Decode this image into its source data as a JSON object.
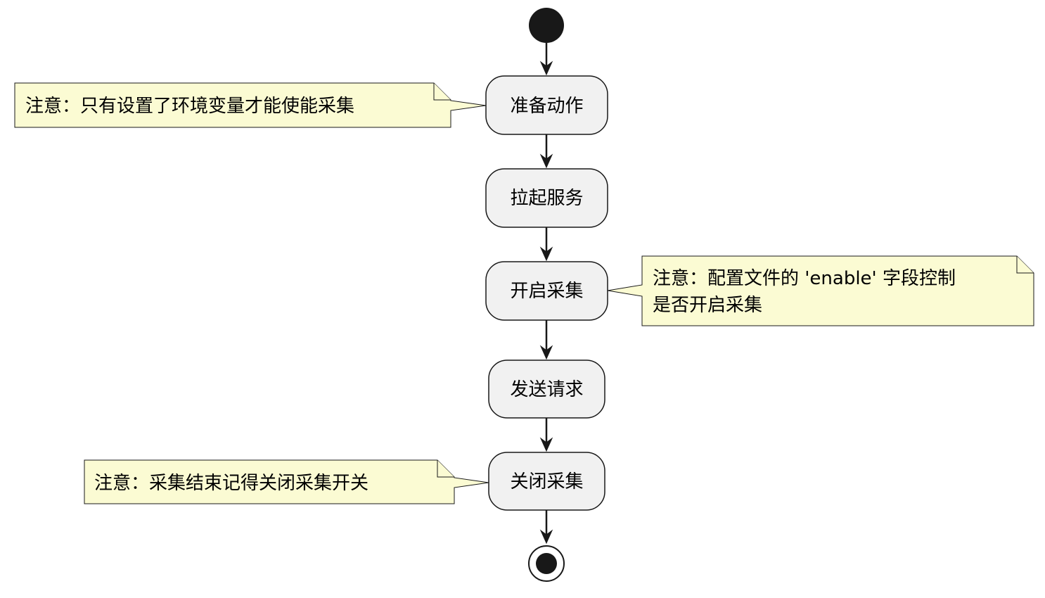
{
  "diagram": {
    "type": "activity",
    "activities": [
      {
        "id": "prepare",
        "label": "准备动作"
      },
      {
        "id": "start-service",
        "label": "拉起服务"
      },
      {
        "id": "enable-collection",
        "label": "开启采集"
      },
      {
        "id": "send-request",
        "label": "发送请求"
      },
      {
        "id": "close-collection",
        "label": "关闭采集"
      }
    ],
    "notes": [
      {
        "attached_to": "prepare",
        "side": "left",
        "lines": [
          "注意：只有设置了环境变量才能使能采集"
        ]
      },
      {
        "attached_to": "enable-collection",
        "side": "right",
        "lines": [
          "注意：配置文件的 'enable' 字段控制",
          "是否开启采集"
        ]
      },
      {
        "attached_to": "close-collection",
        "side": "left",
        "lines": [
          "注意：采集结束记得关闭采集开关"
        ]
      }
    ],
    "colors": {
      "activity_fill": "#f1f1f1",
      "note_fill": "#fbfbd3",
      "stroke": "#181818"
    }
  }
}
